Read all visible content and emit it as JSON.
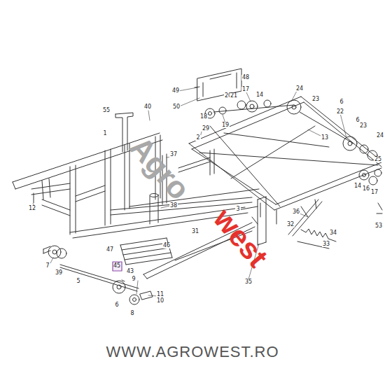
{
  "diagram": {
    "labels": [
      "55",
      "40",
      "1",
      "37",
      "12",
      "38",
      "47",
      "46",
      "45",
      "43",
      "7",
      "39",
      "5",
      "6",
      "9",
      "8",
      "11",
      "10",
      "2",
      "29",
      "31",
      "3",
      "35",
      "36",
      "32",
      "34",
      "33",
      "53",
      "48",
      "49",
      "50",
      "18",
      "19",
      "17",
      "20",
      "21",
      "14",
      "24",
      "23",
      "6",
      "22",
      "6",
      "23",
      "13",
      "24",
      "25",
      "14",
      "16",
      "17",
      "Agro",
      "west",
      "WWW.AGROWEST.RO"
    ]
  }
}
